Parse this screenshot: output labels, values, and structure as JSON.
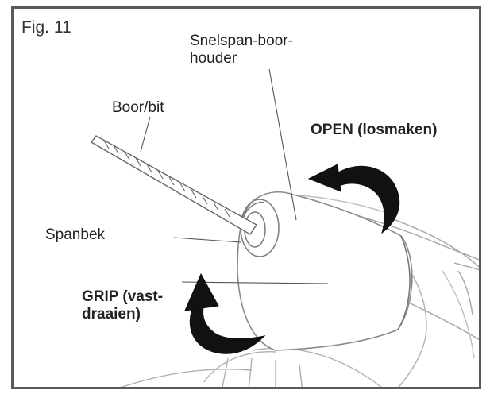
{
  "figure": {
    "label": "Fig. 11"
  },
  "callouts": {
    "chuck_line1": "Snelspan-boor-",
    "chuck_line2": "houder",
    "bit": "Boor/bit",
    "open": "OPEN (losmaken)",
    "jaw": "Spanbek",
    "grip_line1": "GRIP (vast-",
    "grip_line2": "draaien)"
  },
  "colors": {
    "frame": "#5a5a5a",
    "ink": "#222222",
    "arrow": "#111111",
    "sketch": "#9a9a9a"
  }
}
